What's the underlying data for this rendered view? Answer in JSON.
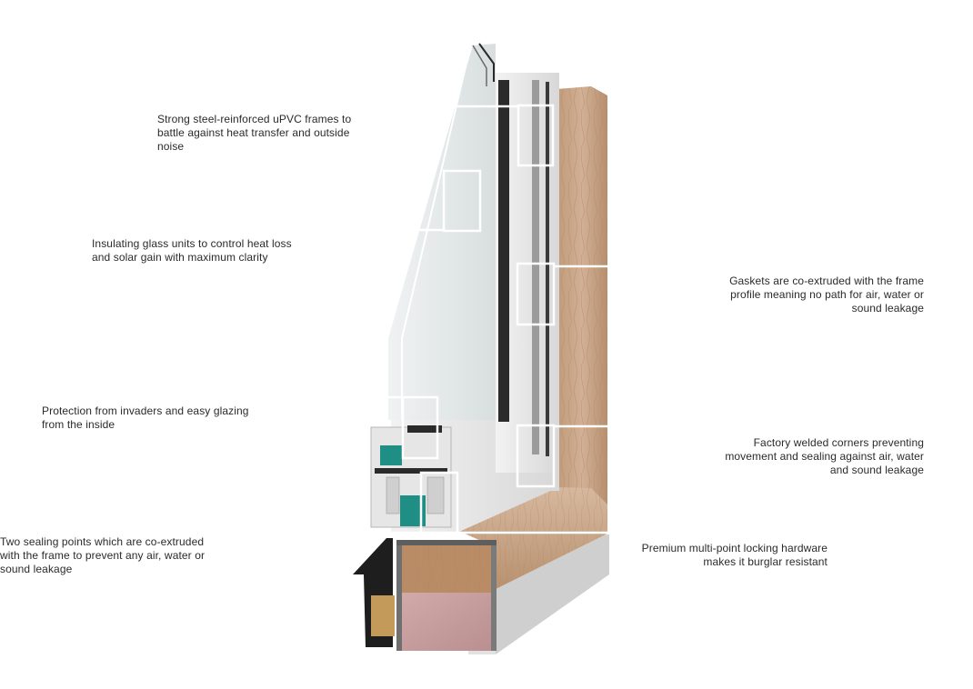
{
  "colors": {
    "background": "#ffffff",
    "text": "#2a2a2a",
    "callout": "#ffffff",
    "wood": "#c9a585",
    "wood_dark": "#a88467",
    "frame_white": "#e6e6e6",
    "frame_gray": "#bfbfbf",
    "glass": "#dde3e3",
    "gasket_teal": "#1f8f86",
    "dark_trim": "#1e1e1e",
    "laminate": "#c9a3a3"
  },
  "icons": [
    "window-section-cutaway"
  ],
  "callouts": [
    {
      "id": "steel-frames",
      "side": "left",
      "text": "Strong steel-reinforced uPVC frames to battle against heat transfer and outside noise"
    },
    {
      "id": "glass-units",
      "side": "left",
      "text": "Insulating glass units to control heat loss and solar gain with maximum clarity"
    },
    {
      "id": "gaskets",
      "side": "right",
      "text": "Gaskets are co-extruded with the frame profile meaning no path for air, water or sound leakage"
    },
    {
      "id": "inside-glazing",
      "side": "left",
      "text": "Protection from invaders and easy glazing from the inside"
    },
    {
      "id": "welded-corners",
      "side": "right",
      "text": "Factory welded corners preventing movement and sealing against air, water and sound leakage"
    },
    {
      "id": "sealing-points",
      "side": "left",
      "text": "Two sealing points which are co-extruded with the frame to prevent any air, water or sound leakage"
    },
    {
      "id": "locking-hardware",
      "side": "right",
      "text": "Premium multi-point locking hardware makes it burglar resistant"
    }
  ]
}
